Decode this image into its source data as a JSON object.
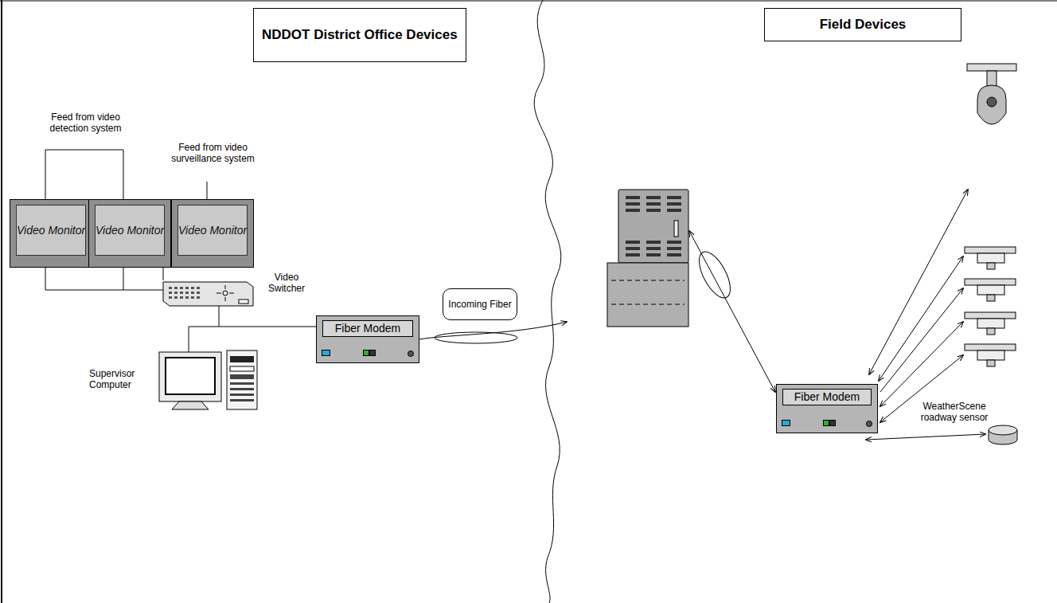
{
  "diagram": {
    "nodes": [
      {
        "text": [
          "NDDOT District Office Devices"
        ]
      },
      {
        "text": [
          "Field Devices"
        ]
      },
      {
        "text": [
          "Video Monitor"
        ]
      },
      {
        "text": [
          "Video Monitor"
        ]
      },
      {
        "text": [
          "Video Monitor"
        ]
      },
      {
        "text": [
          "Fiber Modem"
        ]
      },
      {
        "text": [
          "Fiber Modem"
        ]
      },
      {
        "text": [
          "Incoming Fiber"
        ]
      }
    ],
    "labels": [
      "Feed from video detection system",
      "Feed from video surveillance system",
      "Video Switcher",
      "Supervisor Computer",
      "WeatherScene roadway sensor"
    ]
  }
}
